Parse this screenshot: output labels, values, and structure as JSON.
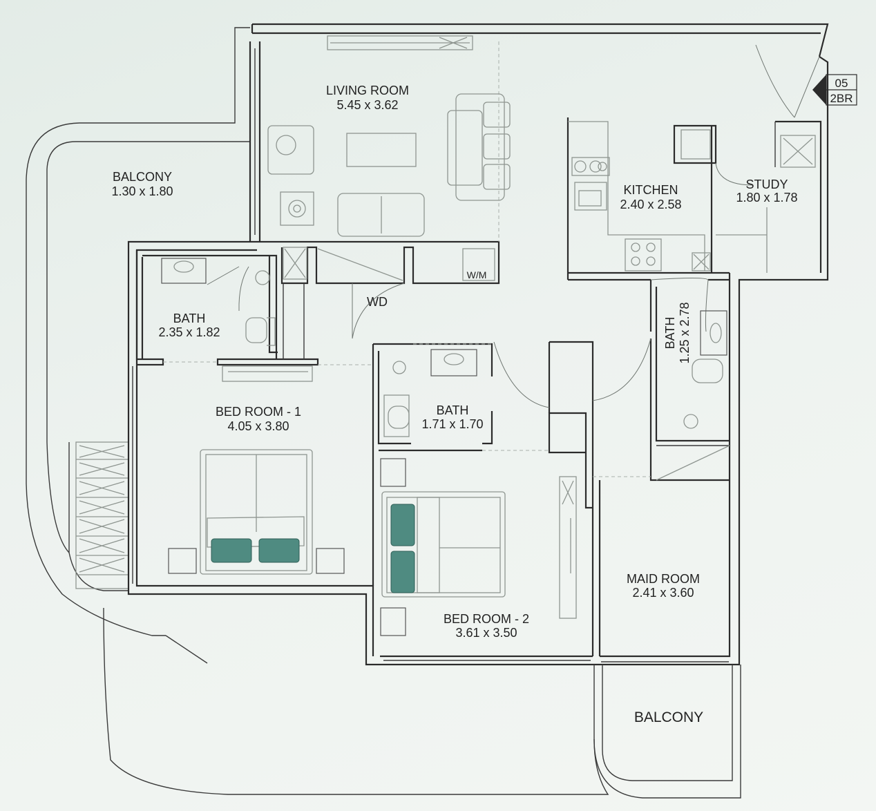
{
  "unit_badge": {
    "number": "05",
    "type": "2BR"
  },
  "rooms": {
    "living": {
      "name": "LIVING ROOM",
      "size": "5.45 x 3.62"
    },
    "balcony_left": {
      "name": "BALCONY",
      "size": "1.30 x 1.80"
    },
    "kitchen": {
      "name": "KITCHEN",
      "size": "2.40 x 2.58"
    },
    "study": {
      "name": "STUDY",
      "size": "1.80 x 1.78"
    },
    "wd": {
      "name": "WD"
    },
    "bath_1": {
      "name": "BATH",
      "size": "2.35 x 1.82"
    },
    "bath_2": {
      "name": "BATH",
      "size": "1.71 x 1.70"
    },
    "bath_3": {
      "name": "BATH",
      "size": "1.25 x 2.78"
    },
    "bedroom_1": {
      "name": "BED ROOM - 1",
      "size": "4.05 x 3.80"
    },
    "bedroom_2": {
      "name": "BED ROOM - 2",
      "size": "3.61 x 3.50"
    },
    "maid": {
      "name": "MAID ROOM",
      "size": "2.41 x 3.60"
    },
    "balcony_bottom": {
      "name": "BALCONY"
    }
  },
  "labels": {
    "washing_machine": "W/M"
  },
  "colors": {
    "pillow": "#4f8b81",
    "background": "#e8efeb",
    "wall": "#2b2b2b"
  }
}
